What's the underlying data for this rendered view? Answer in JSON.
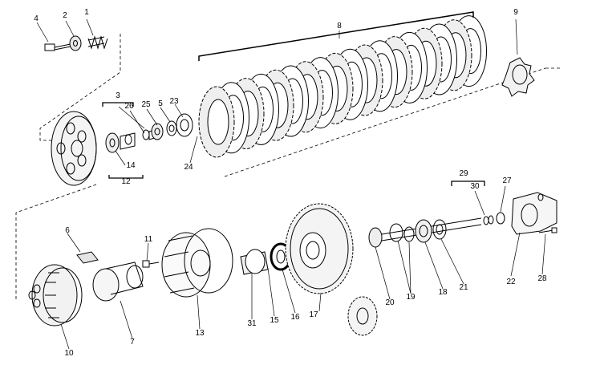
{
  "diagram": {
    "callouts": [
      "1",
      "2",
      "3",
      "4",
      "5",
      "6",
      "7",
      "8",
      "9",
      "10",
      "11",
      "12",
      "13",
      "14",
      "15",
      "16",
      "17",
      "18",
      "19",
      "20",
      "21",
      "22",
      "23",
      "24",
      "25",
      "26",
      "27",
      "28",
      "29",
      "30",
      "31"
    ],
    "colors": {
      "line": "#000000",
      "shade": "#d9d9d9",
      "paper": "#ffffff"
    }
  }
}
